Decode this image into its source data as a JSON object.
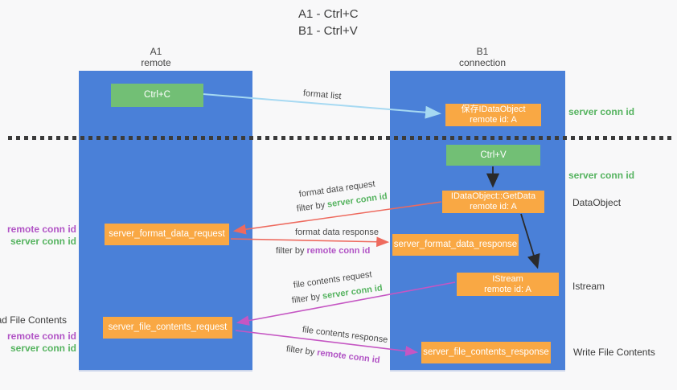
{
  "title": {
    "line1": "A1 - Ctrl+C",
    "line2": "B1 - Ctrl+V"
  },
  "lifelines": {
    "left": {
      "name": "A1",
      "role": "remote"
    },
    "right": {
      "name": "B1",
      "role": "connection"
    }
  },
  "nodes": {
    "ctrl_c": "Ctrl+C",
    "ctrl_v": "Ctrl+V",
    "save_idataobject": {
      "title": "保存IDataObject",
      "subtitle": "remote id: A"
    },
    "getdata": {
      "title": "IDataObject::GetData",
      "subtitle": "remote id: A"
    },
    "istream": {
      "title": "IStream",
      "subtitle": "remote id: A"
    },
    "format_request": "server_format_data_request",
    "format_response": "server_format_data_response",
    "file_request": "server_file_contents_request",
    "file_response": "server_file_contents_response"
  },
  "arrow_labels": {
    "format_list": "format list",
    "format_data_request": "format data request",
    "format_data_response": "format data response",
    "file_contents_request": "file contents request",
    "file_contents_response": "file contents response",
    "filter_by": "filter by",
    "server_conn_id": "server conn id",
    "remote_conn_id": "remote conn id"
  },
  "side_labels": {
    "right": {
      "server_conn_id_top": "server conn id",
      "server_conn_id_mid": "server conn id",
      "dataobject": "DataObject",
      "istream": "Istream",
      "write_file_contents": "Write File Contents"
    },
    "left": {
      "remote_conn_id_top": "remote conn id",
      "server_conn_id_top": "server conn id",
      "read_file_contents": "Read File Contents",
      "remote_conn_id_bottom": "remote conn id",
      "server_conn_id_bottom": "server conn id"
    }
  },
  "colors": {
    "lifeline_blue": "#4a80d8",
    "action_green": "#72bf75",
    "message_orange": "#f9a844",
    "format_list_arrow": "#a6d9f2",
    "format_arrow_red": "#ee6a5e",
    "file_arrow_magenta": "#c556c3",
    "control_arrow_black": "#2a2a2a",
    "server_conn_id_text": "#55b35f",
    "remote_conn_id_text": "#b153c5",
    "background": "#f8f8f9"
  }
}
